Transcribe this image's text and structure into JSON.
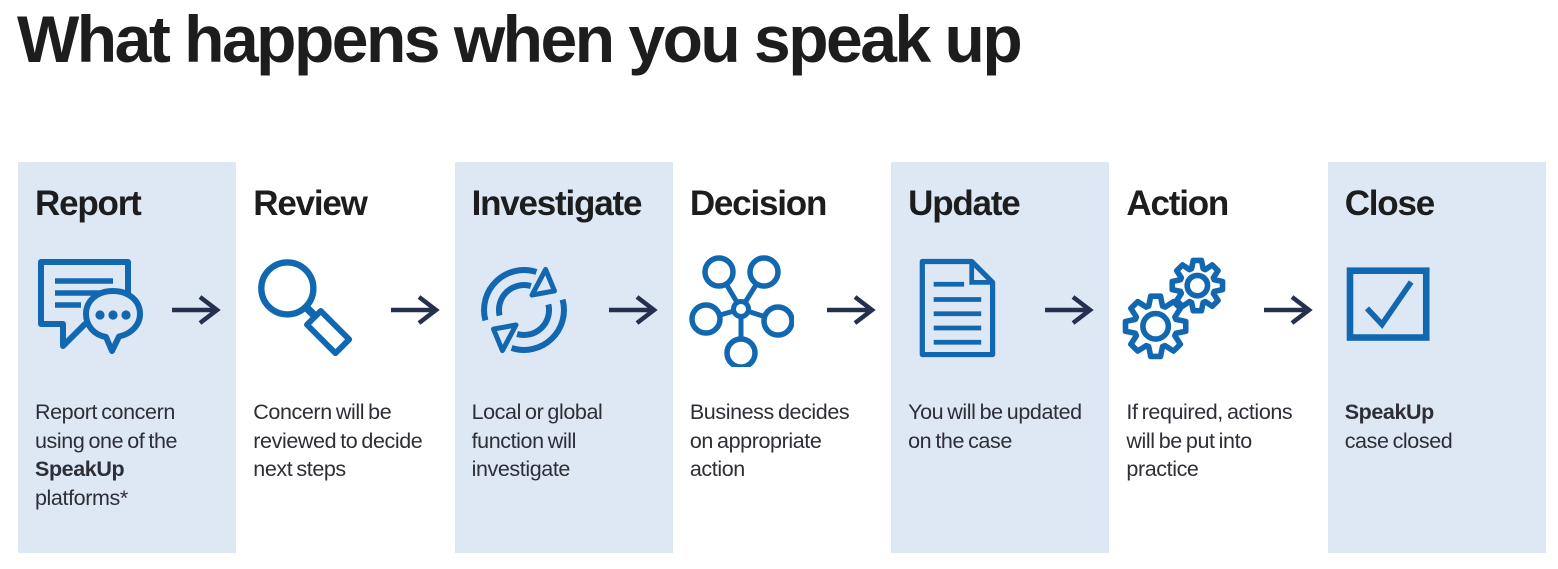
{
  "title": "What happens when you speak up",
  "colors": {
    "card_bg": "#dee7f4",
    "icon_blue": "#1268b0",
    "arrow_navy": "#25304f",
    "heading_text": "#1d1d1d",
    "body_text": "#2e2e36"
  },
  "steps": [
    {
      "title": "Report",
      "icon": "speech-bubbles-icon",
      "highlighted": true,
      "arrow_after": true,
      "lines": [
        {
          "text": "Report concern",
          "bold": false
        },
        {
          "text": "using one of the",
          "bold": false
        },
        {
          "text": "SpeakUp",
          "bold": true
        },
        {
          "text": "platforms*",
          "bold": false
        }
      ]
    },
    {
      "title": "Review",
      "icon": "magnifier-icon",
      "highlighted": false,
      "arrow_after": true,
      "lines": [
        {
          "text": "Concern will be",
          "bold": false
        },
        {
          "text": "reviewed to decide",
          "bold": false
        },
        {
          "text": "next steps",
          "bold": false
        }
      ]
    },
    {
      "title": "Investigate",
      "icon": "cycle-arrows-icon",
      "highlighted": true,
      "arrow_after": true,
      "lines": [
        {
          "text": "Local or global",
          "bold": false
        },
        {
          "text": "function will",
          "bold": false
        },
        {
          "text": "investigate",
          "bold": false
        }
      ]
    },
    {
      "title": "Decision",
      "icon": "network-nodes-icon",
      "highlighted": false,
      "arrow_after": true,
      "lines": [
        {
          "text": "Business decides",
          "bold": false
        },
        {
          "text": "on appropriate",
          "bold": false
        },
        {
          "text": "action",
          "bold": false
        }
      ]
    },
    {
      "title": "Update",
      "icon": "document-icon",
      "highlighted": true,
      "arrow_after": true,
      "lines": [
        {
          "text": "You will be updated",
          "bold": false
        },
        {
          "text": "on the case",
          "bold": false
        }
      ]
    },
    {
      "title": "Action",
      "icon": "gears-icon",
      "highlighted": false,
      "arrow_after": true,
      "lines": [
        {
          "text": "If required, actions",
          "bold": false
        },
        {
          "text": "will be put into",
          "bold": false
        },
        {
          "text": "practice",
          "bold": false
        }
      ]
    },
    {
      "title": "Close",
      "icon": "checkbox-check-icon",
      "highlighted": true,
      "arrow_after": false,
      "lines": [
        {
          "text": "SpeakUp",
          "bold": true
        },
        {
          "text": "case closed",
          "bold": false
        }
      ]
    }
  ]
}
